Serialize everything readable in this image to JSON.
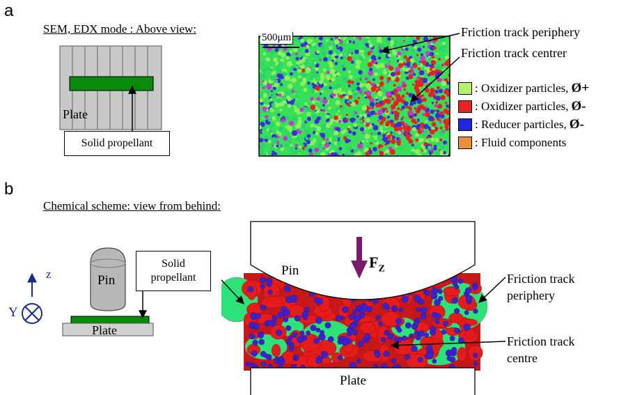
{
  "panel_a": {
    "letter": "a",
    "caption": "SEM, EDX mode : Above view:",
    "plate_label": "Plate",
    "propellant_box": "Solid propellant",
    "scale_bar": "500μm",
    "periphery_label": "Friction track periphery",
    "centre_label": "Friction track centrer",
    "legend": [
      {
        "color": "#b6f26a",
        "text": ": Oxidizer particles, ",
        "sym": "Ø+"
      },
      {
        "color": "#e8231f",
        "text": ": Oxidizer particles, ",
        "sym": "Ø-"
      },
      {
        "color": "#2424e0",
        "text": ": Reducer particles, ",
        "sym": "Ø-"
      },
      {
        "color": "#e8913a",
        "text": ": Fluid components",
        "sym": ""
      }
    ]
  },
  "panel_b": {
    "letter": "b",
    "caption": "Chemical scheme: view from behind:",
    "axis_z": "z",
    "axis_y": "Y",
    "pin_small": "Pin",
    "propellant_box_line1": "Solid",
    "propellant_box_line2": "propellant",
    "plate_small": "Plate",
    "pin_big": "Pin",
    "force_main": "F",
    "force_sub": "Z",
    "periphery_line1": "Friction track",
    "periphery_line2": "periphery",
    "centre_line1": "Friction track",
    "centre_line2": "centre",
    "plate_big": "Plate"
  },
  "colors": {
    "green_plate": "#0a8a0a",
    "grey_plate": "#c8c8c8",
    "particle_green": "#2ee27a",
    "particle_red": "#e61c1c",
    "particle_blue": "#3a22d0",
    "force_arrow": "#7a1a6e",
    "axis_blue": "#1a2a8a"
  }
}
